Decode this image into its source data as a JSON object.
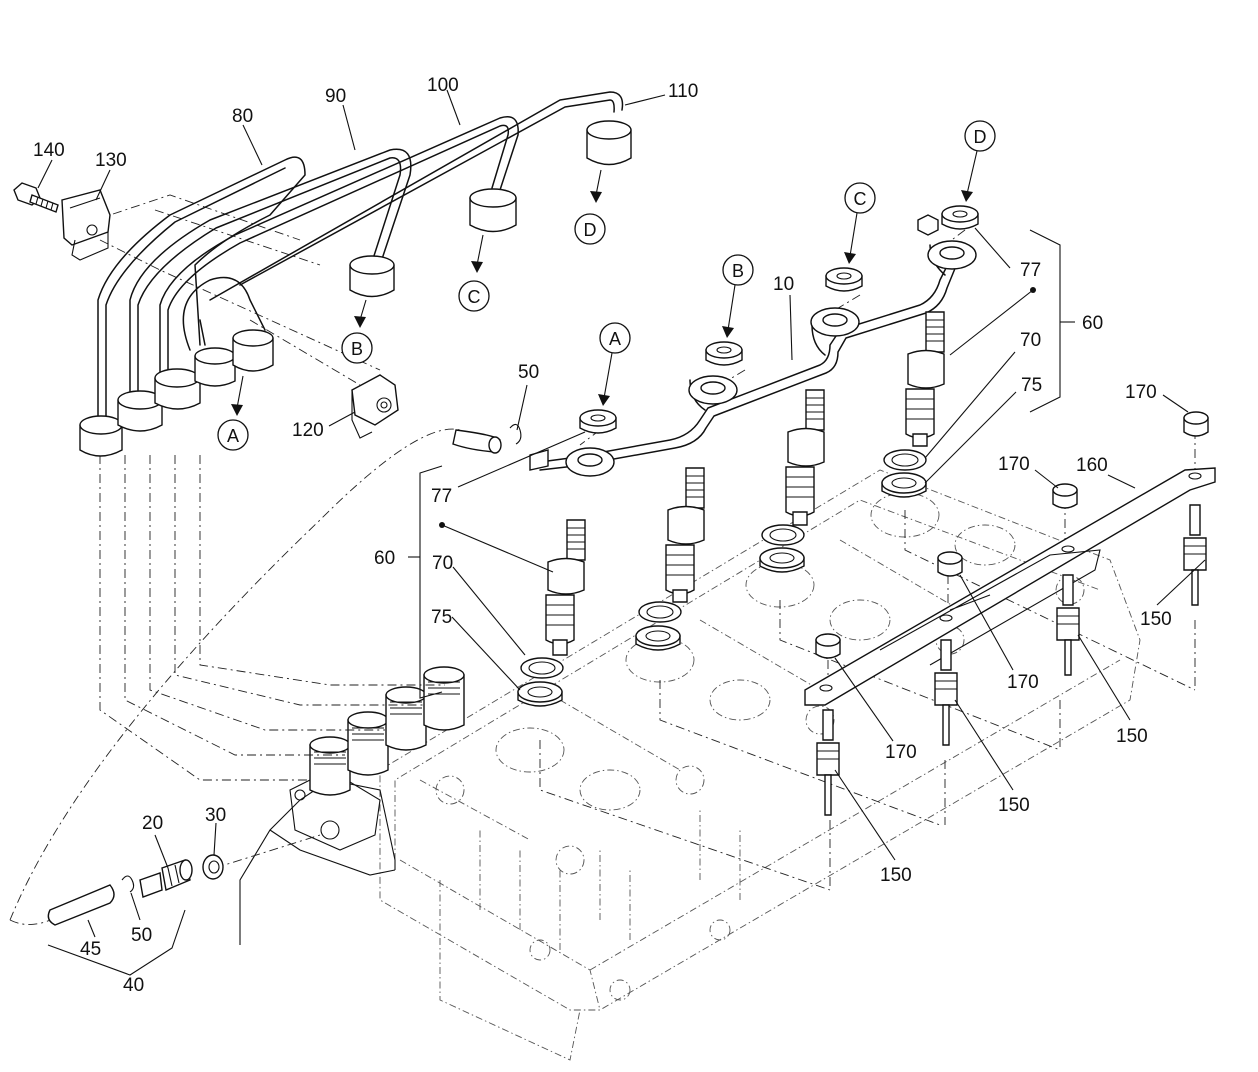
{
  "callouts": {
    "l140": "140",
    "l130": "130",
    "l80": "80",
    "l90": "90",
    "l100": "100",
    "l110": "110",
    "l120": "120",
    "l50_top": "50",
    "l10": "10",
    "l77_left": "77",
    "l77_right": "77",
    "l60_left": "60",
    "l60_right": "60",
    "l70_left": "70",
    "l70_right": "70",
    "l75_left": "75",
    "l75_right": "75",
    "l170_top": "170",
    "l170_mid": "170",
    "l170_a": "170",
    "l170_b": "170",
    "l160": "160",
    "l150_a": "150",
    "l150_b": "150",
    "l150_c": "150",
    "l150_d": "150",
    "l20": "20",
    "l30": "30",
    "l50_bottom": "50",
    "l45": "45",
    "l40": "40"
  },
  "refs": {
    "a_pipe": "A",
    "b_pipe": "B",
    "c_pipe": "C",
    "d_pipe": "D",
    "a_inj": "A",
    "b_inj": "B",
    "c_inj": "C",
    "d_inj": "D"
  }
}
